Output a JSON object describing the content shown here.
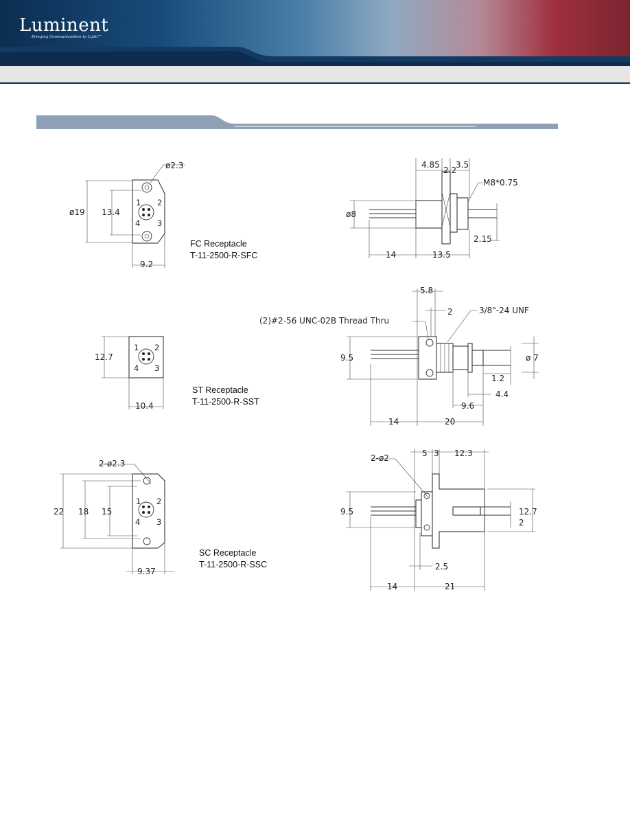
{
  "header": {
    "logo_text": "Luminent",
    "tagline": "Bringing Communications to Light™"
  },
  "colors": {
    "banner_dark": "#0b2e52",
    "accent_red": "#a0303e",
    "section_bar": "#8fa0b6"
  },
  "drawings": {
    "fc": {
      "caption_line1": "FC Receptacle",
      "caption_line2": "T-11-2500-R-SFC",
      "front": {
        "dia_hole": "ø19",
        "height": "13.4",
        "hole": "ø2.3",
        "width": "9.2"
      },
      "side": {
        "d1": "4.85",
        "d2": "2.2",
        "d3": "3.5",
        "thread": "M8*0.75",
        "dia": "ø8",
        "d4": "2.15",
        "len_pins": "14",
        "len_body": "13.5"
      }
    },
    "st": {
      "caption_line1": "ST Receptacle",
      "caption_line2": "T-11-2500-R-SST",
      "front": {
        "height": "12.7",
        "width": "10.4"
      },
      "side": {
        "d1": "5.8",
        "d2": "2",
        "thread_note": "(2)#2-56 UNC-02B Thread Thru",
        "thread": "3/8\"-24 UNF",
        "height": "9.5",
        "dia": "ø 7",
        "d3": "1.2",
        "d4": "4.4",
        "d5": "9.6",
        "len_pins": "14",
        "len_body": "20"
      }
    },
    "sc": {
      "caption_line1": "SC Receptacle",
      "caption_line2": "T-11-2500-R-SSC",
      "front": {
        "hole": "2-ø2.3",
        "h1": "22",
        "h2": "18",
        "h3": "15",
        "width": "9.37"
      },
      "side": {
        "hole": "2-ø2",
        "d1": "5",
        "d2": "3",
        "d3": "12.3",
        "height": "9.5",
        "d4": "12.7",
        "d5": "2",
        "d6": "2.5",
        "len_pins": "14",
        "len_body": "21"
      }
    },
    "pins": [
      "1",
      "2",
      "3",
      "4"
    ]
  }
}
